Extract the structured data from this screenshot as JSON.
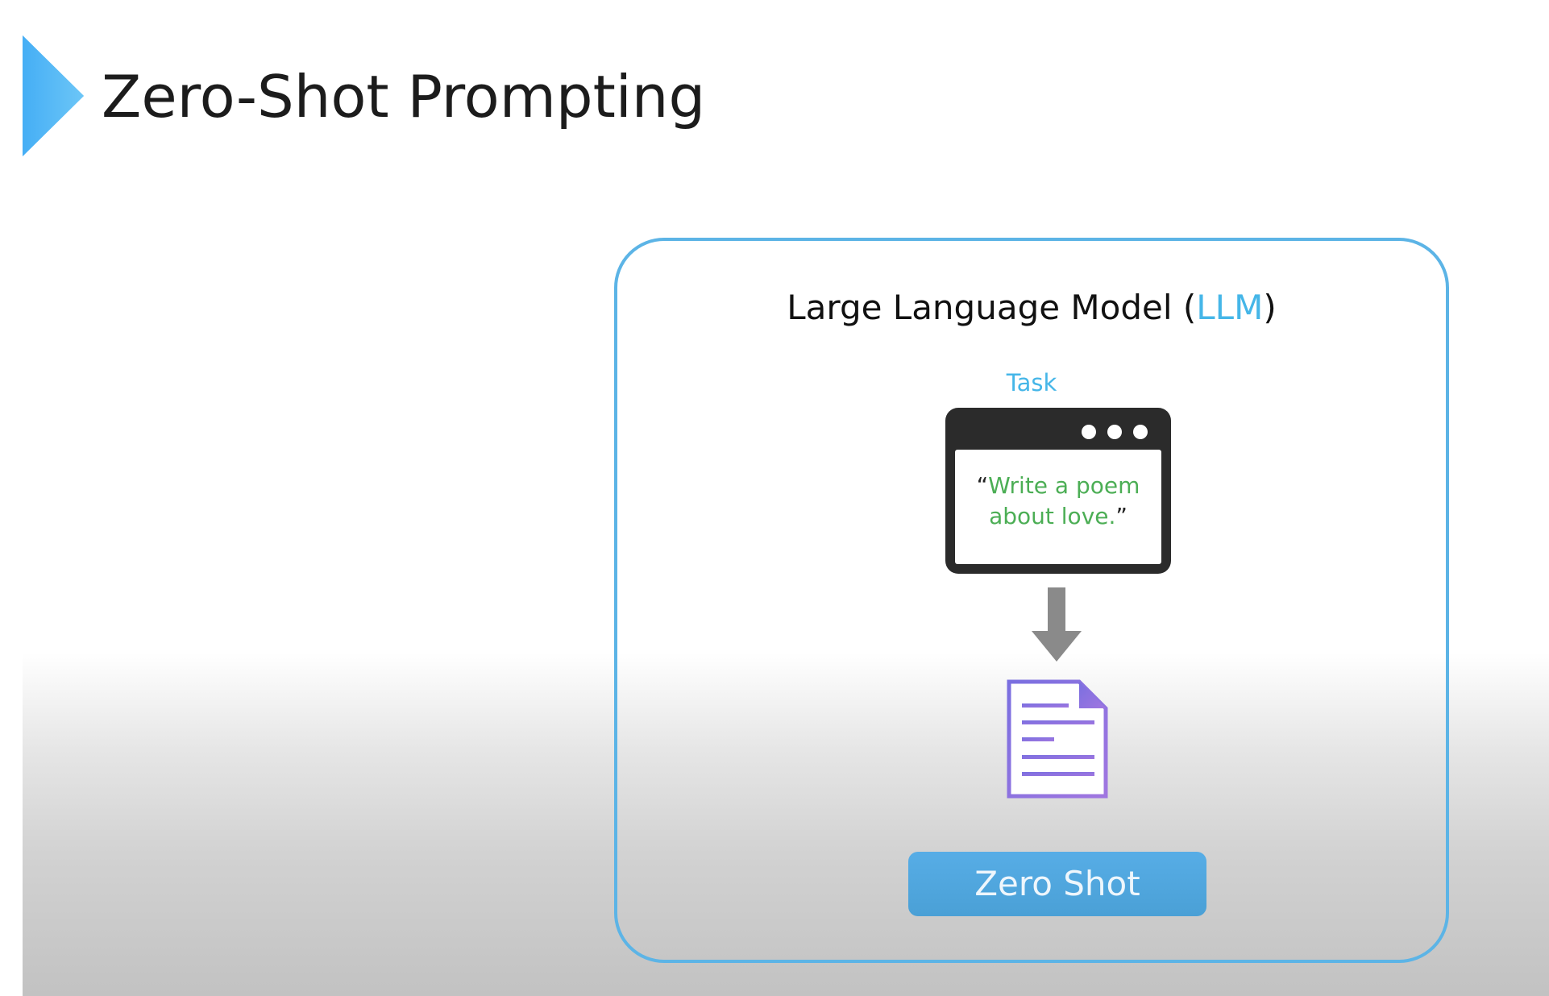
{
  "slide": {
    "title": "Zero-Shot Prompting"
  },
  "panel": {
    "title_prefix": "Large Language Model (",
    "title_accent": "LLM",
    "title_suffix": ")",
    "task_label": "Task",
    "prompt": {
      "open_quote": "“",
      "line1": "Write a poem",
      "line2": "about love.",
      "close_quote": "”"
    },
    "button_label": "Zero Shot"
  },
  "icons": {
    "chevron": "chevron-right-icon",
    "window": "browser-window-icon",
    "arrow": "arrow-down-icon",
    "document": "document-icon"
  },
  "colors": {
    "accent": "#45b6e8",
    "panel_border": "#5cb4e6",
    "prompt_text": "#4cae55",
    "window_dark": "#2b2b2b",
    "arrow": "#8a8a8a",
    "document": "#8d6ee0",
    "button": "#57ade6"
  }
}
